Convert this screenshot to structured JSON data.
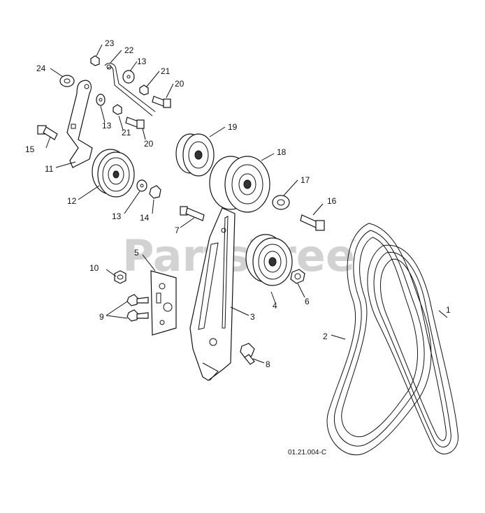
{
  "watermark": {
    "text": "PartsTree",
    "trademark": "™"
  },
  "figure_code": "01.21.004-C",
  "callouts": [
    "1",
    "2",
    "3",
    "4",
    "5",
    "6",
    "7",
    "8",
    "9",
    "10",
    "11",
    "12",
    "13",
    "13",
    "13",
    "14",
    "15",
    "16",
    "17",
    "18",
    "19",
    "20",
    "20",
    "21",
    "21",
    "22",
    "23",
    "24"
  ]
}
